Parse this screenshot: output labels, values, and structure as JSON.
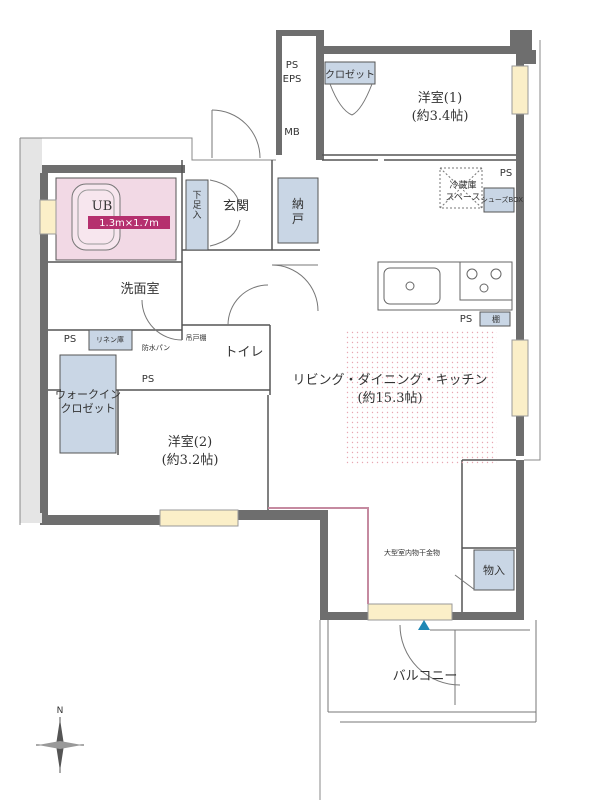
{
  "rooms": {
    "western1": {
      "name": "洋室(1)",
      "size": "(約3.4帖)"
    },
    "western2": {
      "name": "洋室(2)",
      "size": "(約3.2帖)"
    },
    "ldk": {
      "name": "リビング・ダイニング・キッチン",
      "size": "(約15.3帖)"
    },
    "ub": {
      "name": "UB",
      "dim": "1.3m×1.7m"
    },
    "washroom": "洗面室",
    "entrance": "玄関",
    "toilet": "トイレ",
    "balcony": "バルコニー",
    "walkin": [
      "ウォークイン",
      "クロゼット"
    ]
  },
  "storage": {
    "closet": "クロゼット",
    "nando": [
      "納",
      "戸"
    ],
    "getabako": [
      "下",
      "足",
      "入"
    ],
    "monoire": "物入",
    "tana": "棚",
    "linen": "リネン庫",
    "tsuritodana": "吊戸棚",
    "fridge": [
      "冷蔵庫",
      "スペース"
    ],
    "shoe_cabinet": "シューズBOX",
    "pan": "防水パン",
    "laundry": "大型室内物干金物"
  },
  "shafts": {
    "ps": "PS",
    "eps": "EPS",
    "mb": "MB"
  },
  "compass": {
    "north": "N"
  },
  "colors": {
    "wall": "#6e6e6e",
    "ub_fill": "#f2d9e5",
    "ub_label_bg": "#b5306e",
    "storage_fill": "#c9d6e5",
    "window_fill": "#fbefc8",
    "ldk_dots": "#e8a8b2"
  }
}
